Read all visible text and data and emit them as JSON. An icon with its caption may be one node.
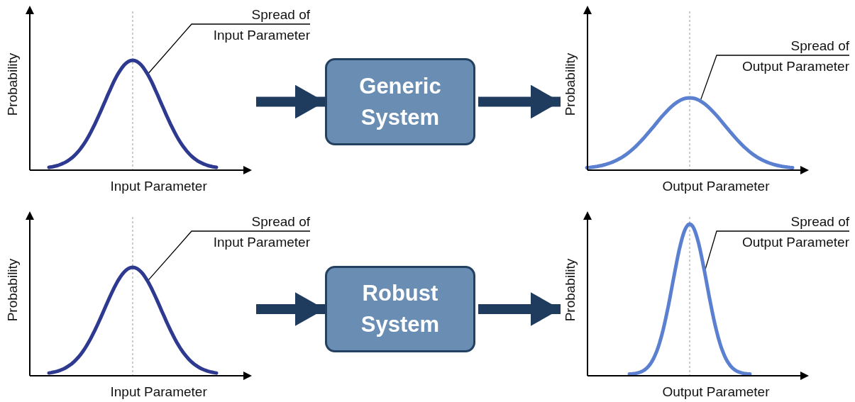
{
  "diagram": {
    "nodes": [
      {
        "text": [],
        "shape": "picture",
        "beside": [
          "Probability",
          "Input Parameter"
        ]
      },
      {
        "text": [
          "Spread of Input Parameter"
        ]
      },
      {
        "text": [
          "Generic System"
        ]
      },
      {
        "text": [],
        "shape": "picture",
        "beside": [
          "Probability",
          "Output Parameter"
        ]
      },
      {
        "text": [
          "Spread of Output Parameter"
        ]
      },
      {
        "text": [],
        "shape": "picture",
        "beside": [
          "Probability",
          "Input Parameter"
        ]
      },
      {
        "text": [
          "Spread of Input Parameter"
        ]
      },
      {
        "text": [
          "Robust System"
        ]
      },
      {
        "text": [],
        "shape": "picture",
        "beside": [
          "Probability",
          "Output Parameter"
        ]
      },
      {
        "text": [
          "Spread of Output Parameter"
        ]
      }
    ],
    "edges": [
      {
        "from": 0,
        "to": 2,
        "arrow": "to",
        "style": "thick"
      },
      {
        "from": 2,
        "to": 3,
        "arrow": "to",
        "style": "thick"
      },
      {
        "from": 5,
        "to": 7,
        "arrow": "to",
        "style": "thick"
      },
      {
        "from": 7,
        "to": 8,
        "arrow": "to",
        "style": "thick"
      },
      {
        "from": 1,
        "to": 0,
        "arrow": "none",
        "color": "#000000"
      },
      {
        "from": 4,
        "to": 3,
        "arrow": "none",
        "color": "#000000"
      },
      {
        "from": 6,
        "to": 5,
        "arrow": "none",
        "color": "#000000"
      },
      {
        "from": 9,
        "to": 8,
        "arrow": "none",
        "color": "#000000"
      }
    ]
  }
}
